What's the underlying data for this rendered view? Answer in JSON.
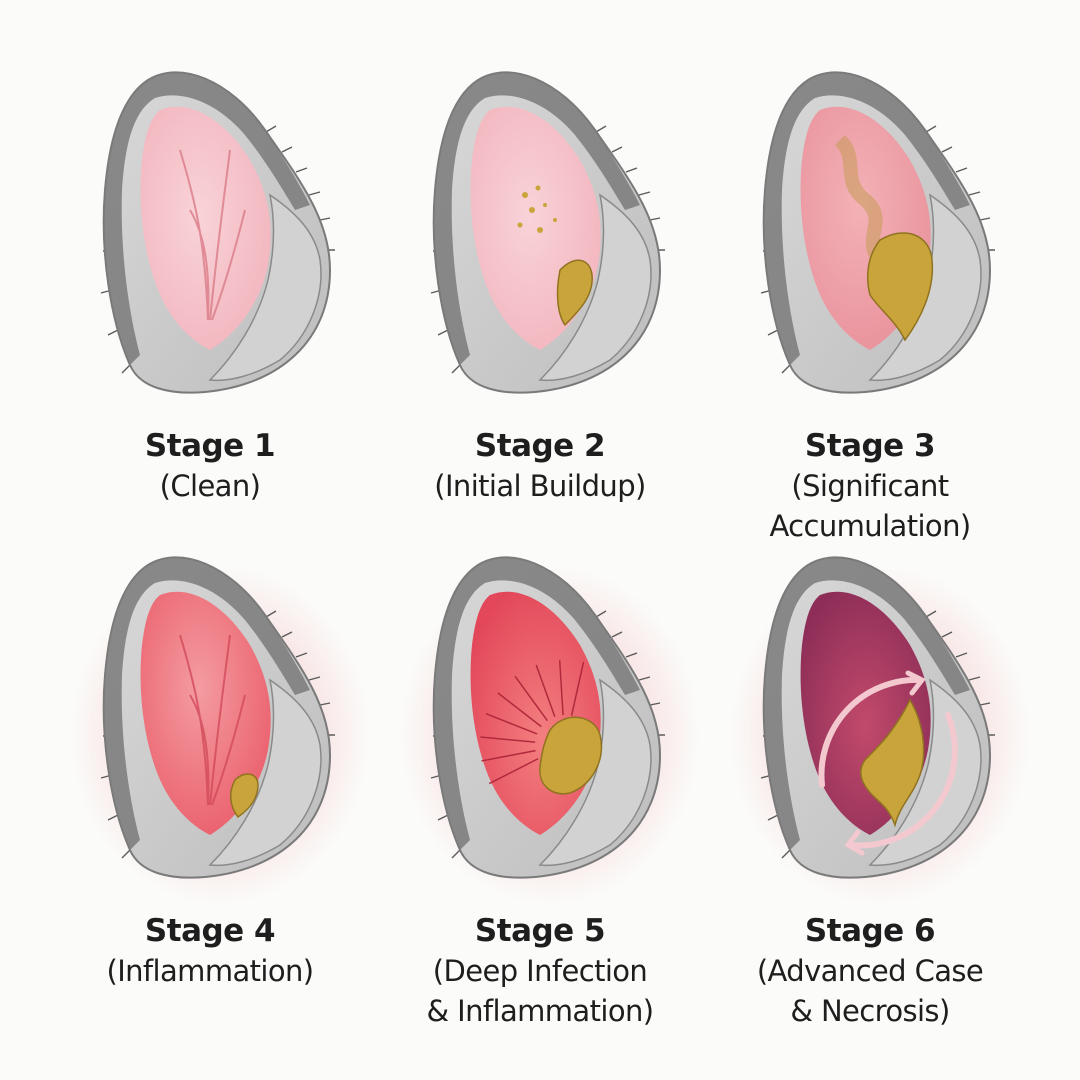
{
  "stages": [
    {
      "title": "Stage 1",
      "description": "(Clean)",
      "level": 1
    },
    {
      "title": "Stage 2",
      "description": "(Initial Buildup)",
      "level": 2
    },
    {
      "title": "Stage 3",
      "description": "(Significant\nAccumulation)",
      "level": 3
    },
    {
      "title": "Stage 4",
      "description": "(Inflammation)",
      "level": 4
    },
    {
      "title": "Stage 5",
      "description": "(Deep Infection\n& Inflammation)",
      "level": 5
    },
    {
      "title": "Stage 6",
      "description": "(Advanced Case\n& Necrosis)",
      "level": 6
    }
  ],
  "colors": {
    "background": "#fbfbf9",
    "fur_outer": "#c8c8c8",
    "fur_rim": "#7a7a7a",
    "skin_clean": "#f6c9cf",
    "skin_inflamed": "#ef6f76",
    "skin_necrotic": "#a13a63",
    "wax": "#c9a43a",
    "wax_dark": "#8f7320",
    "arrow": "#f3c9cf"
  },
  "icons": [
    "ear-illustration",
    "wax-deposit",
    "circular-arrows-icon"
  ]
}
